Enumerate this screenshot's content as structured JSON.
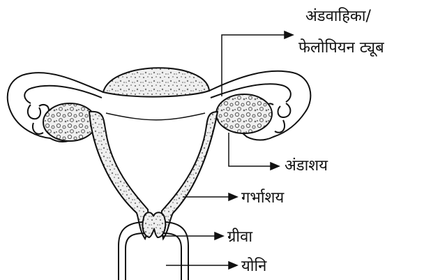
{
  "labels": {
    "fallopian_line1": "अंडवाहिका/",
    "fallopian_line2": "फेलोपियन ट्यूब",
    "ovary": "अंडाशय",
    "uterus": "गर्भाशय",
    "cervix": "ग्रीवा",
    "vagina": "योनि"
  },
  "colors": {
    "stroke": "#111111",
    "tissue": "#e9e9e9",
    "dots": "#666666"
  }
}
